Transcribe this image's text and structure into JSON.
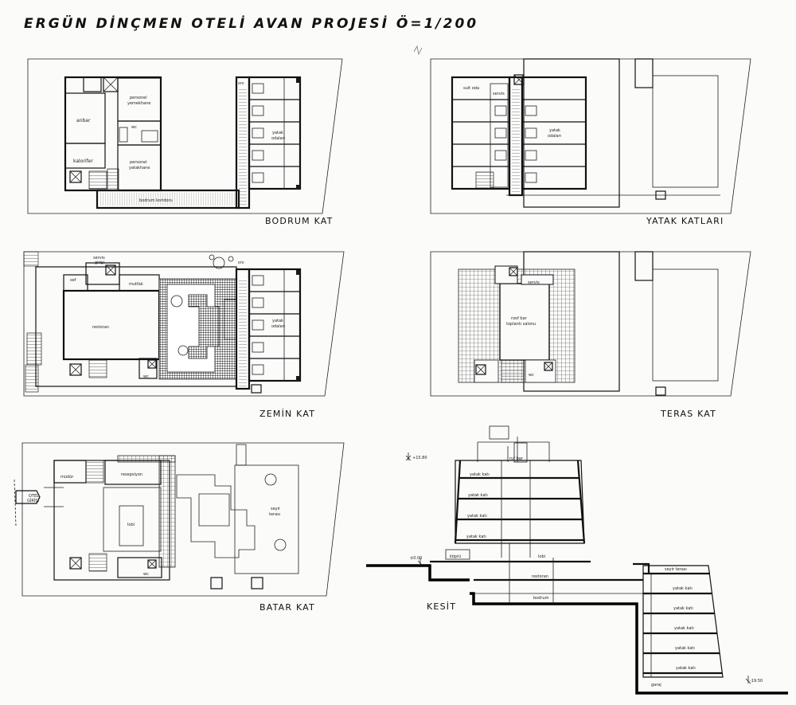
{
  "title": "ERGÜN DİNÇMEN OTELİ AVAN PROJESİ Ö=1/200",
  "plans": {
    "bodrum": {
      "caption": "BODRUM KAT",
      "rooms": {
        "anbar": "anbar",
        "kalorifer": "kalorifer",
        "personel_yemek_1": "personel",
        "personel_yemek_2": "yemekhane",
        "wc": "wc",
        "personel_yatak_1": "personel",
        "personel_yatak_2": "yatakhane",
        "srv": "srv",
        "yatak_1": "yatak",
        "yatak_2": "odaları",
        "bodrum_koridoru": "bodrum koridoru"
      }
    },
    "yatak": {
      "caption": "YATAK KATLARI",
      "rooms": {
        "suit_oda": "suit oda",
        "servis": "servis",
        "yatak_1": "yatak",
        "yatak_2": "odaları"
      }
    },
    "zemin": {
      "caption": "ZEMİN KAT",
      "rooms": {
        "servis_1": "servis",
        "servis_2": "girişi",
        "sef": "sef",
        "mutfak": "mutfak",
        "restoran": "restoran",
        "wc": "wc",
        "srv": "srv",
        "yatak_1": "yatak",
        "yatak_2": "odaları"
      }
    },
    "teras": {
      "caption": "TERAS KAT",
      "rooms": {
        "servis": "servis",
        "roof_1": "roof bar",
        "roof_2": "toplantı salonu",
        "wc": "wc"
      }
    },
    "batar": {
      "caption": "BATAR KAT",
      "rooms": {
        "mudur": "müdür",
        "resepsiyon": "resepsiyon",
        "lobi": "lobi",
        "wc": "wc",
        "seyir_1": "seyir",
        "seyir_2": "terası",
        "otel_1": "OTEL",
        "otel_2": "GİRİŞİ"
      }
    },
    "kesit": {
      "caption": "KESİT",
      "labels": {
        "ruf_bar": "ruf bar",
        "yatak_kati_1": "yatak katı",
        "yatak_kati_2": "yatak katı",
        "yatak_kati_3": "yatak katı",
        "yatak_kati_4": "yatak katı",
        "kopru": "köprü",
        "lobi": "lobi",
        "restoran": "restoran",
        "bodrum": "bodrum",
        "seyir_terasi": "seyir terası",
        "r_yatak_1": "yatak katı",
        "r_yatak_2": "yatak katı",
        "r_yatak_3": "yatak katı",
        "r_yatak_4": "yatak katı",
        "r_yatak_5": "yatak katı",
        "garaj": "garaj",
        "elev_top": "+15.80",
        "elev_mid": "±0.00",
        "elev_bot": "-19.50"
      }
    }
  }
}
